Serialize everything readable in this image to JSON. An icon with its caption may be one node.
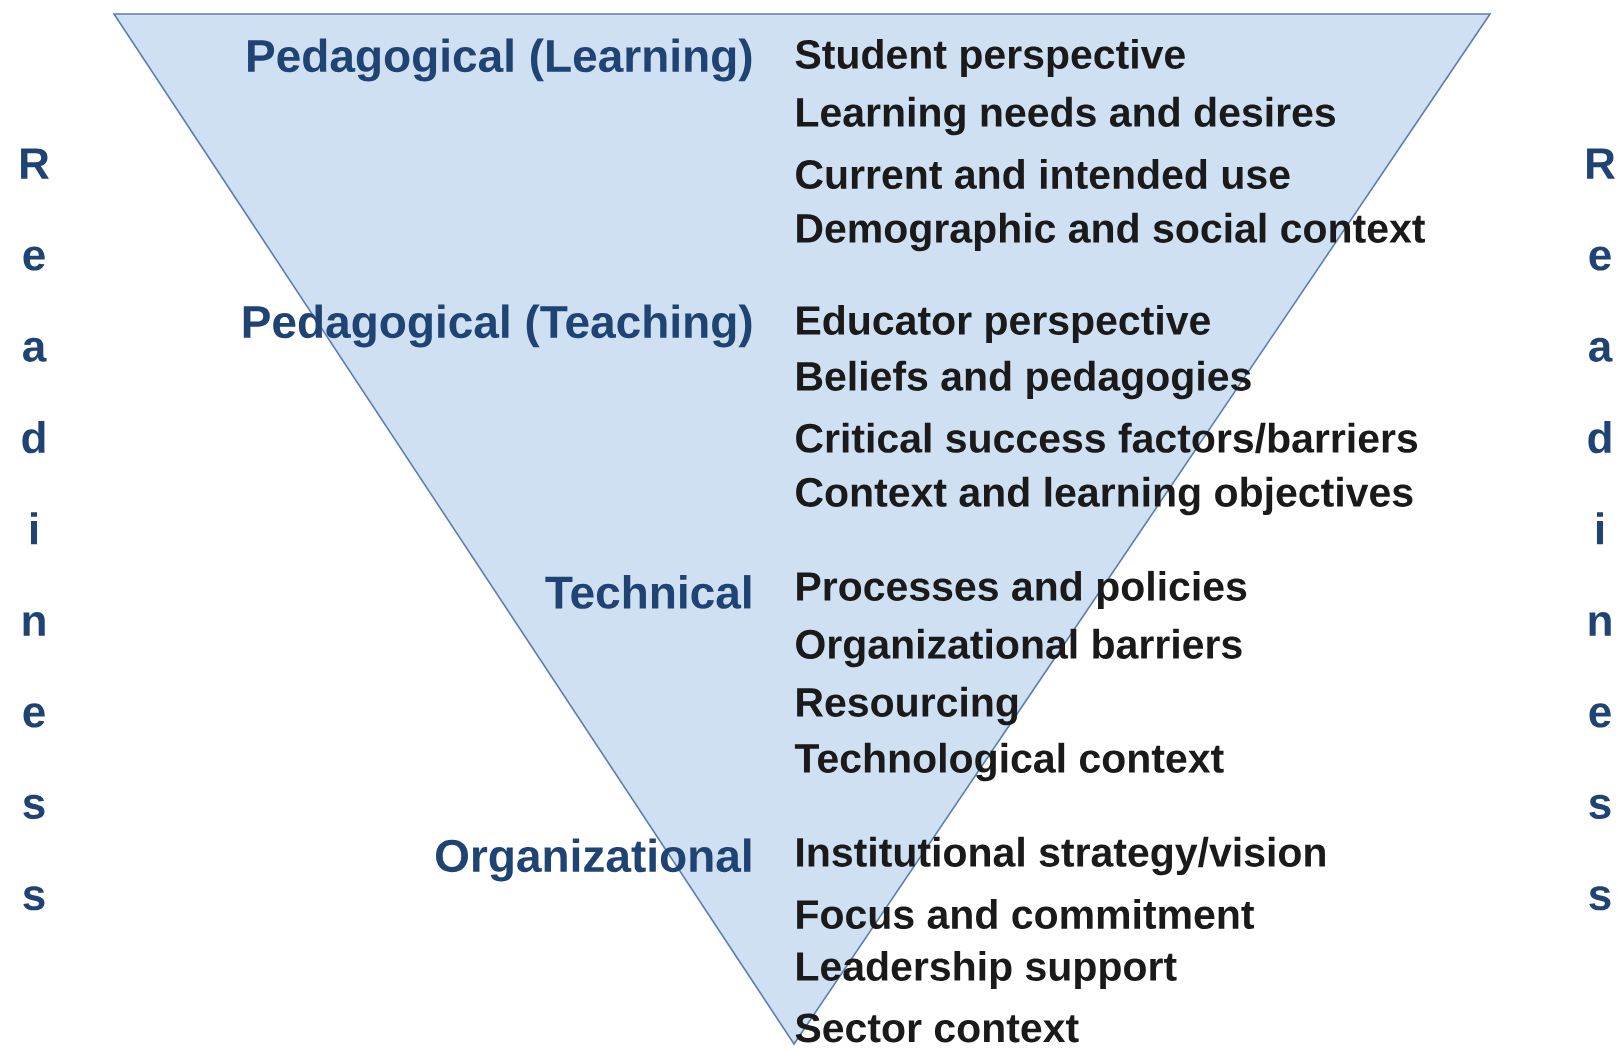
{
  "diagram": {
    "nodes": [
      {
        "text": [],
        "shape": "triangle"
      }
    ],
    "labels": [
      "Readiness",
      "Pedagogical (Learning)",
      "Student perspective",
      "Learning needs and desires",
      "Current and intended use",
      "Demographic and social context",
      "Pedagogical (Teaching)",
      "Educator perspective",
      "Beliefs and pedagogies",
      "Critical success factors/barriers",
      "Context and learning objectives",
      "Technical",
      "Processes and policies",
      "Organizational barriers",
      "Resourcing",
      "Technological context",
      "Organizational",
      "Institutional strategy/vision",
      "Focus and commitment",
      "Leadership support",
      "Sector context",
      "Readiness"
    ]
  }
}
